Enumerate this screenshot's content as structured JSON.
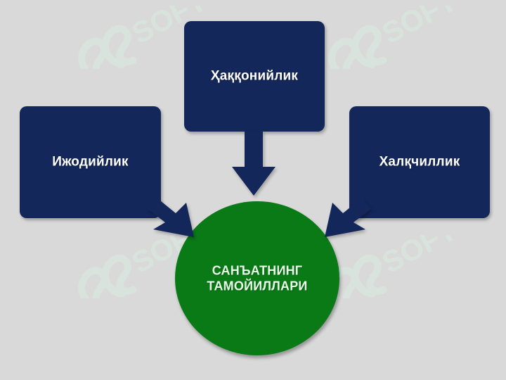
{
  "diagram": {
    "center": {
      "line1": "САНЪАТНИНГ",
      "line2": "ТАМОЙИЛЛАРИ"
    },
    "nodes": [
      {
        "label": "Ижодийлик"
      },
      {
        "label": "Ҳаққонийлик"
      },
      {
        "label": "Халқчиллик"
      }
    ],
    "watermark": {
      "text": "SOFT"
    }
  },
  "colors": {
    "background": "#d9d9d9",
    "box_fill": "#14275a",
    "circle_fill": "#0a7a16",
    "box_text": "#ffffff",
    "circle_text": "#e8ffe8",
    "watermark": "#d9f2e7"
  }
}
